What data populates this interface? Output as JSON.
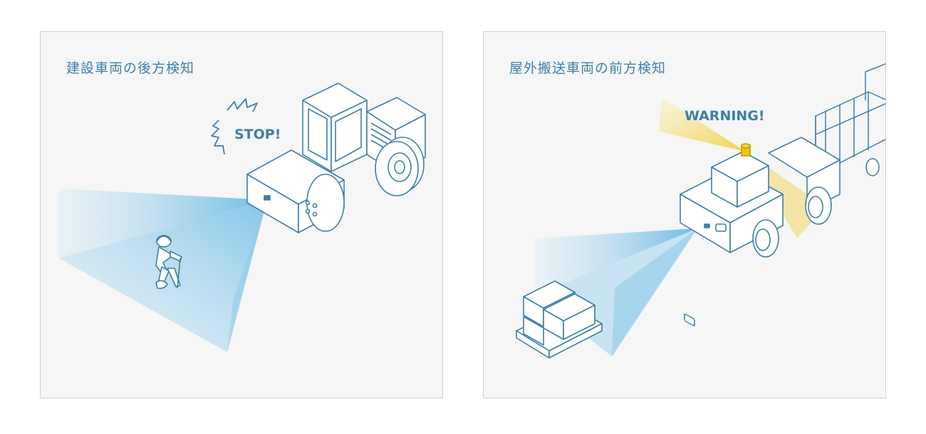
{
  "panels": [
    {
      "title": "建設車両の後方検知",
      "callout": "STOP!",
      "vehicle_icon": "road-roller-icon",
      "detected_object_icon": "construction-worker-icon"
    },
    {
      "title": "屋外搬送車両の前方検知",
      "callout": "WARNING!",
      "vehicle_icon": "towing-tractor-icon",
      "detected_object_icon": "cargo-pallet-icon"
    }
  ],
  "colors": {
    "line": "#3f7fa6",
    "sensor_beam": "#7cc3e6",
    "warning_light": "#f1c40f",
    "panel_bg": "#f6f6f6",
    "panel_border": "#cfcfcf"
  }
}
